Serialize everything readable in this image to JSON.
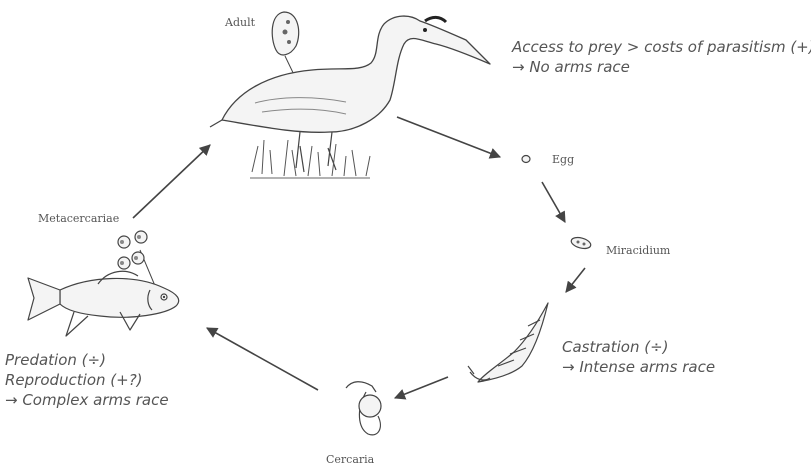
{
  "stages": {
    "adult": "Adult",
    "egg": "Egg",
    "miracidium": "Miracidium",
    "cercaria": "Cercaria",
    "metacercariae": "Metacercariae"
  },
  "annotations": {
    "heron": {
      "line1": "Access to prey > costs of parasitism (+)",
      "line2": "→ No arms race"
    },
    "snail": {
      "line1": "Castration (÷)",
      "line2": "→ Intense arms race"
    },
    "fish": {
      "line1": "Predation (÷)",
      "line2": "Reproduction (+?)",
      "line3": "→ Complex arms race"
    }
  },
  "colors": {
    "ink": "#444444",
    "text": "#555555",
    "fill": "#f4f4f4"
  }
}
